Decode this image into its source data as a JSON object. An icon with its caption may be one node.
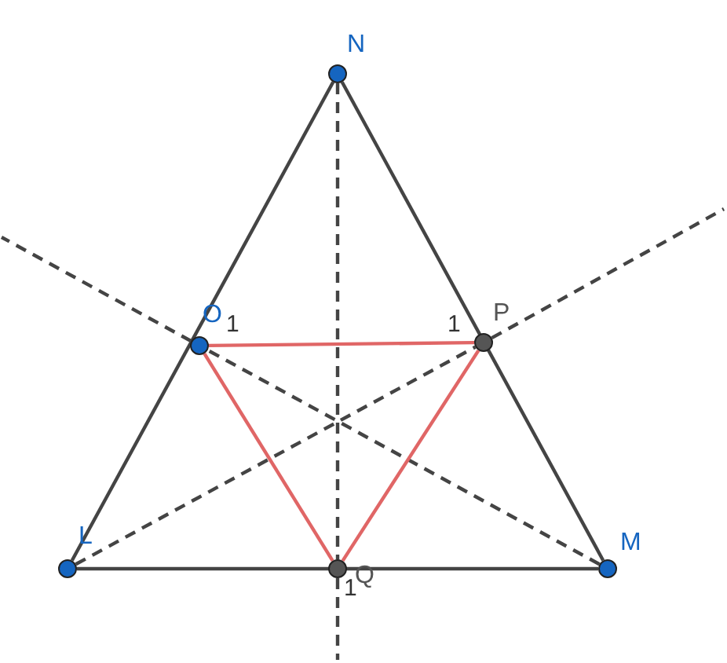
{
  "diagram": {
    "nodes": [
      {
        "text": [
          "N"
        ]
      },
      {
        "text": [
          "O"
        ]
      },
      {
        "text": [
          "P"
        ]
      },
      {
        "text": [
          "L"
        ]
      },
      {
        "text": [
          "Q"
        ]
      },
      {
        "text": [
          "M"
        ]
      }
    ],
    "edges": [
      {
        "from": 0,
        "to": 3,
        "arrow": "none"
      },
      {
        "from": 0,
        "to": 5,
        "arrow": "none"
      },
      {
        "from": 3,
        "to": 5,
        "arrow": "none"
      },
      {
        "from": 0,
        "to": 4,
        "arrow": "none",
        "style": "dashed"
      },
      {
        "from": 3,
        "to": 2,
        "arrow": "none",
        "style": "dashed"
      },
      {
        "from": 5,
        "to": 1,
        "arrow": "none",
        "style": "dashed"
      },
      {
        "from": 1,
        "to": 2,
        "arrow": "none",
        "color": "#e06666"
      },
      {
        "from": 2,
        "to": 4,
        "arrow": "none",
        "color": "#e06666"
      },
      {
        "from": 4,
        "to": 1,
        "arrow": "none",
        "color": "#e06666"
      },
      {
        "from": 4,
        "to": null,
        "arrow": "none",
        "style": "dashed"
      },
      {
        "from": 2,
        "to": null,
        "arrow": "none",
        "style": "dashed"
      },
      {
        "from": 1,
        "to": null,
        "arrow": "none",
        "style": "dashed"
      }
    ],
    "labels": [
      "1",
      "1",
      "1"
    ]
  }
}
